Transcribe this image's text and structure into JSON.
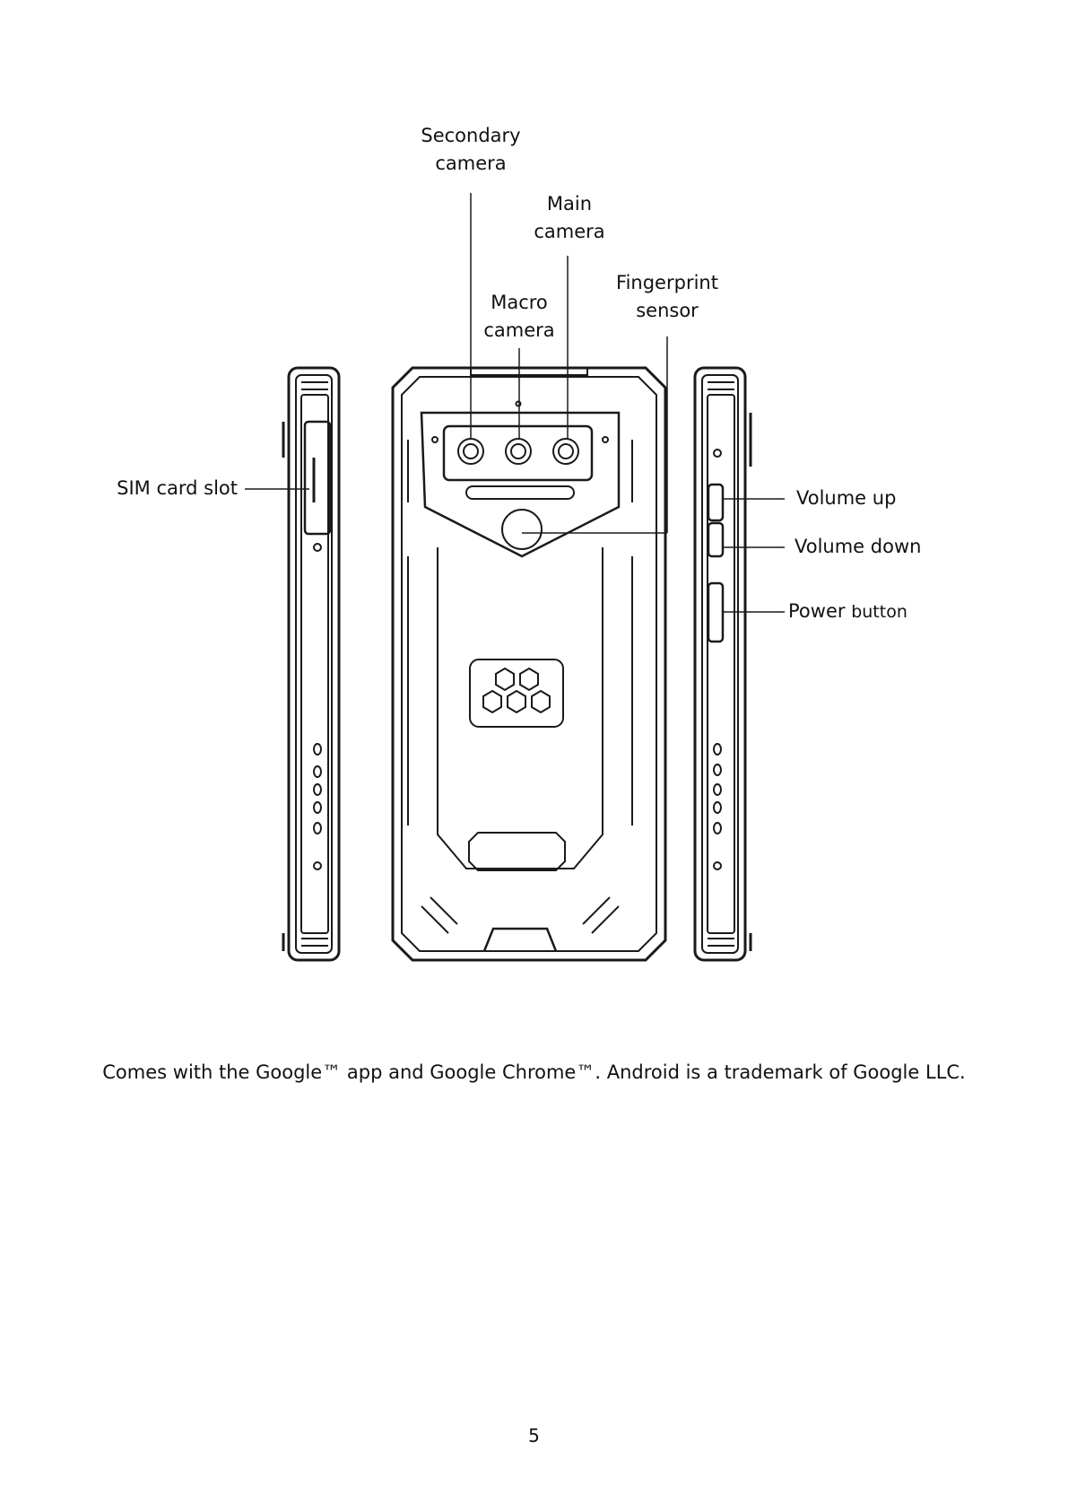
{
  "labels": {
    "secondary_camera": [
      "Secondary",
      "camera"
    ],
    "main_camera": [
      "Main",
      "camera"
    ],
    "macro_camera": [
      "Macro",
      "camera"
    ],
    "fingerprint_sensor": [
      "Fingerprint",
      "sensor"
    ],
    "sim_card_slot": "SIM card slot",
    "volume_up": "Volume up",
    "volume_down": "Volume down",
    "power_button_a": "Power",
    "power_button_b": "button"
  },
  "footer_note": "Comes with the Google™ app and Google Chrome™.  Android is a trademark of Google LLC.",
  "page_number": "5"
}
